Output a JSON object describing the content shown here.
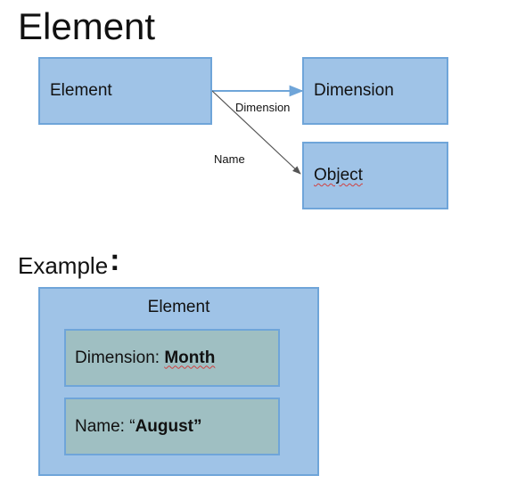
{
  "title": "Element",
  "diagram": {
    "nodes": {
      "element": "Element",
      "dimension": "Dimension",
      "object": "Object"
    },
    "edges": {
      "dimension_label": "Dimension",
      "name_label": "Name"
    },
    "colors": {
      "box_fill": "#9fc3e7",
      "box_border": "#6fa5d9",
      "inner_fill": "#9fbfc2",
      "dimension_arrow": "#6fa5d9",
      "name_arrow": "#555555"
    }
  },
  "example": {
    "heading": "Example",
    "colon": ":",
    "element_title": "Element",
    "dimension_prefix": "Dimension: ",
    "dimension_value": "Month",
    "name_prefix": "Name: “",
    "name_value": "August",
    "name_suffix": "”"
  }
}
